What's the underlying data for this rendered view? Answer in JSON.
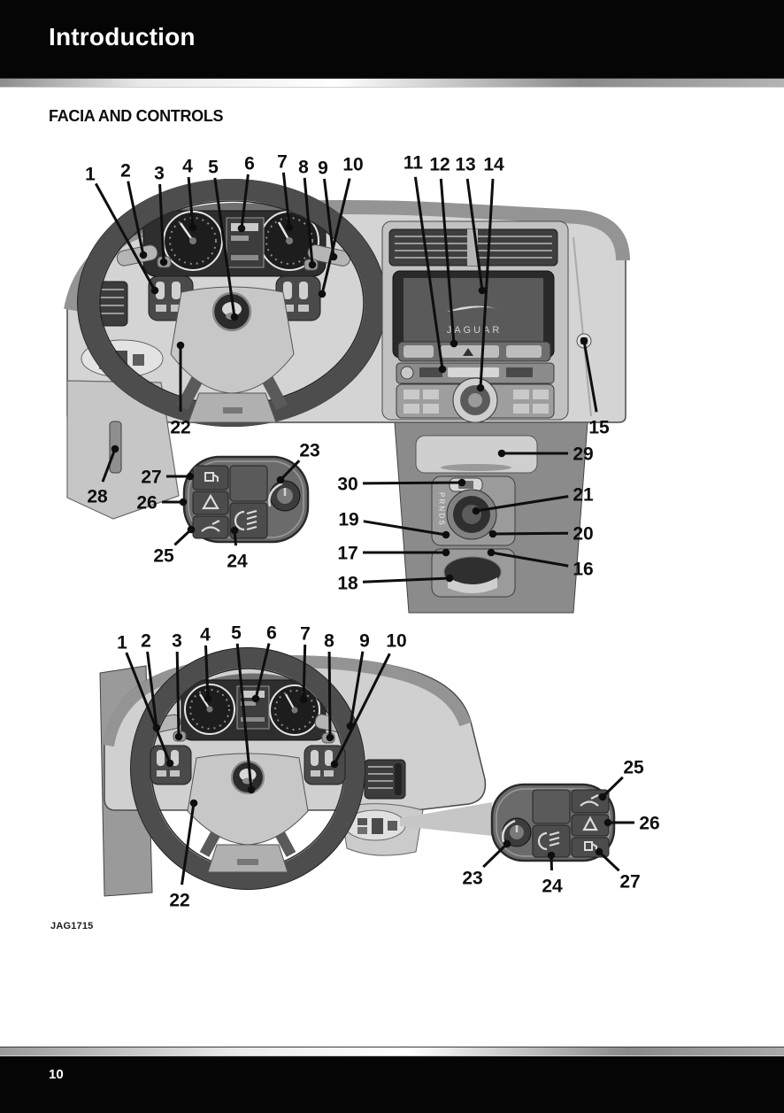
{
  "header": {
    "title": "Introduction"
  },
  "section": {
    "title": "FACIA AND CONTROLS"
  },
  "figure": {
    "code": "JAG1715"
  },
  "footer": {
    "page_number": "10"
  },
  "screen": {
    "brand": "JAGUAR"
  },
  "gear_letters": "P R N D S",
  "colors": {
    "callout": "#0e0e0e",
    "band": "#050505",
    "dash_light": "#d4d4d4",
    "dash_mid": "#9c9c9c",
    "panel_dark": "#2e2e2e"
  },
  "icons": {
    "pod_left_drive": [
      "fuel-filler-release-icon",
      "hazard-warning-icon",
      "boot-release-icon",
      "front-fog-light-icon",
      "headlamp-switch-knob"
    ],
    "pod_right_drive": [
      "headlamp-switch-knob",
      "front-fog-light-icon",
      "boot-release-icon",
      "hazard-warning-icon",
      "fuel-filler-release-icon"
    ]
  },
  "diagram_top": {
    "name": "facia-and-controls-overview-left-hand-drive",
    "callouts": [
      {
        "n": "1",
        "l": [
          102,
          196
        ],
        "t": [
          175,
          328
        ]
      },
      {
        "n": "2",
        "l": [
          142,
          192
        ],
        "t": [
          162,
          288
        ]
      },
      {
        "n": "3",
        "l": [
          180,
          195
        ],
        "t": [
          185,
          296
        ]
      },
      {
        "n": "4",
        "l": [
          212,
          187
        ],
        "t": [
          218,
          257
        ]
      },
      {
        "n": "5",
        "l": [
          241,
          188
        ],
        "t": [
          265,
          358
        ]
      },
      {
        "n": "6",
        "l": [
          282,
          184
        ],
        "t": [
          273,
          258
        ]
      },
      {
        "n": "7",
        "l": [
          319,
          182
        ],
        "t": [
          327,
          257
        ]
      },
      {
        "n": "8",
        "l": [
          343,
          188
        ],
        "t": [
          353,
          299
        ]
      },
      {
        "n": "9",
        "l": [
          365,
          189
        ],
        "t": [
          377,
          290
        ]
      },
      {
        "n": "10",
        "l": [
          399,
          185
        ],
        "t": [
          364,
          332
        ]
      },
      {
        "n": "11",
        "l": [
          467,
          183
        ],
        "t": [
          500,
          417
        ]
      },
      {
        "n": "12",
        "l": [
          497,
          185
        ],
        "t": [
          513,
          388
        ]
      },
      {
        "n": "13",
        "l": [
          526,
          185
        ],
        "t": [
          545,
          328
        ]
      },
      {
        "n": "14",
        "l": [
          558,
          185
        ],
        "t": [
          543,
          438
        ]
      },
      {
        "n": "15",
        "l": [
          677,
          482
        ],
        "t": [
          660,
          385
        ]
      },
      {
        "n": "29",
        "l": [
          659,
          512
        ],
        "t": [
          567,
          512
        ]
      },
      {
        "n": "21",
        "l": [
          659,
          558
        ],
        "t": [
          538,
          577
        ]
      },
      {
        "n": "20",
        "l": [
          659,
          602
        ],
        "t": [
          557,
          603
        ]
      },
      {
        "n": "16",
        "l": [
          659,
          642
        ],
        "t": [
          555,
          624
        ]
      },
      {
        "n": "30",
        "l": [
          393,
          546
        ],
        "t": [
          522,
          545
        ]
      },
      {
        "n": "19",
        "l": [
          394,
          586
        ],
        "t": [
          504,
          604
        ]
      },
      {
        "n": "17",
        "l": [
          393,
          624
        ],
        "t": [
          504,
          624
        ]
      },
      {
        "n": "18",
        "l": [
          393,
          658
        ],
        "t": [
          508,
          653
        ]
      },
      {
        "n": "22",
        "l": [
          204,
          482
        ],
        "t": [
          204,
          390
        ]
      },
      {
        "n": "23",
        "l": [
          350,
          508
        ],
        "t": [
          317,
          542
        ]
      },
      {
        "n": "27",
        "l": [
          171,
          538
        ],
        "t": [
          215,
          538
        ]
      },
      {
        "n": "26",
        "l": [
          166,
          567
        ],
        "t": [
          207,
          567
        ]
      },
      {
        "n": "25",
        "l": [
          185,
          627
        ],
        "t": [
          216,
          598
        ]
      },
      {
        "n": "24",
        "l": [
          268,
          633
        ],
        "t": [
          265,
          599
        ]
      },
      {
        "n": "28",
        "l": [
          110,
          560
        ],
        "t": [
          130,
          507
        ]
      }
    ]
  },
  "diagram_bottom": {
    "name": "facia-and-controls-overview-right-hand-drive",
    "callouts": [
      {
        "n": "1",
        "l": [
          138,
          725
        ],
        "t": [
          192,
          862
        ]
      },
      {
        "n": "2",
        "l": [
          165,
          723
        ],
        "t": [
          177,
          822
        ]
      },
      {
        "n": "3",
        "l": [
          200,
          723
        ],
        "t": [
          202,
          832
        ]
      },
      {
        "n": "4",
        "l": [
          232,
          716
        ],
        "t": [
          235,
          789
        ]
      },
      {
        "n": "5",
        "l": [
          267,
          714
        ],
        "t": [
          284,
          892
        ]
      },
      {
        "n": "6",
        "l": [
          307,
          714
        ],
        "t": [
          289,
          789
        ]
      },
      {
        "n": "7",
        "l": [
          345,
          715
        ],
        "t": [
          343,
          790
        ]
      },
      {
        "n": "8",
        "l": [
          372,
          723
        ],
        "t": [
          373,
          833
        ]
      },
      {
        "n": "9",
        "l": [
          412,
          723
        ],
        "t": [
          396,
          820
        ]
      },
      {
        "n": "10",
        "l": [
          448,
          723
        ],
        "t": [
          378,
          863
        ]
      },
      {
        "n": "22",
        "l": [
          203,
          1016
        ],
        "t": [
          219,
          907
        ]
      },
      {
        "n": "23",
        "l": [
          534,
          991
        ],
        "t": [
          573,
          953
        ]
      },
      {
        "n": "24",
        "l": [
          624,
          1000
        ],
        "t": [
          623,
          966
        ]
      },
      {
        "n": "25",
        "l": [
          716,
          866
        ],
        "t": [
          681,
          900
        ]
      },
      {
        "n": "26",
        "l": [
          734,
          929
        ],
        "t": [
          687,
          929
        ]
      },
      {
        "n": "27",
        "l": [
          712,
          995
        ],
        "t": [
          677,
          962
        ]
      }
    ]
  }
}
